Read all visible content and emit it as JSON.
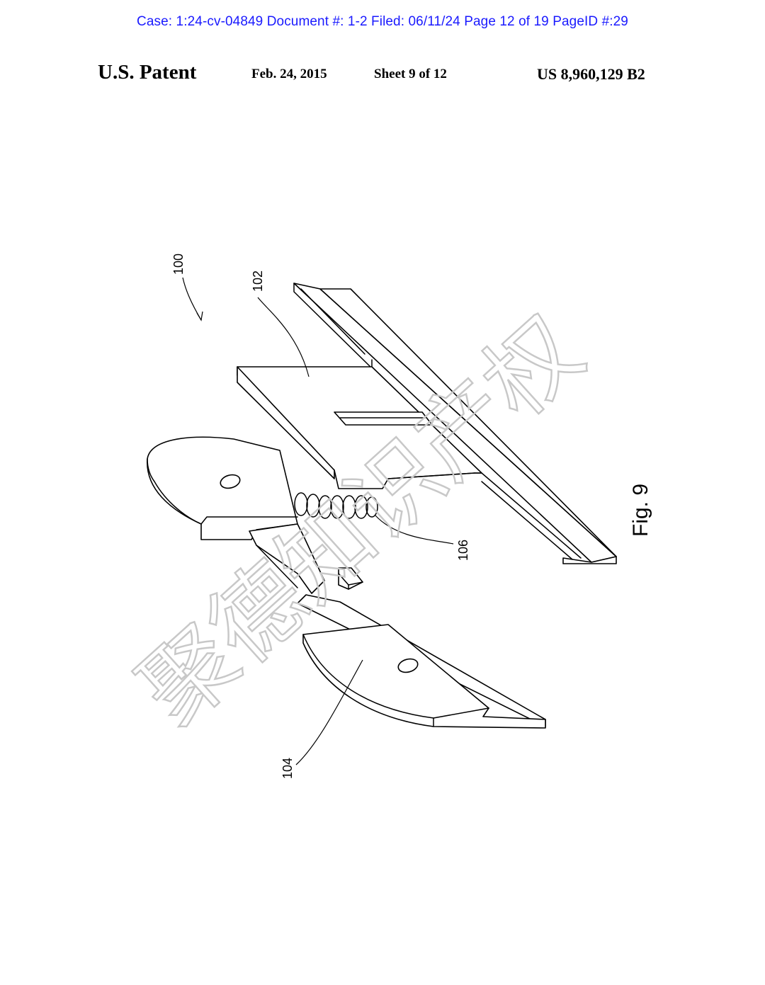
{
  "case_header": "Case: 1:24-cv-04849 Document #: 1-2 Filed: 06/11/24 Page 12 of 19 PageID #:29",
  "patent_header": {
    "title": "U.S. Patent",
    "date": "Feb. 24, 2015",
    "sheet": "Sheet 9 of 12",
    "number": "US 8,960,129 B2"
  },
  "drawing": {
    "figure_label": "Fig. 9",
    "reference_numerals": {
      "assembly": "100",
      "upper_part": "102",
      "lower_part": "104",
      "spring": "106"
    }
  },
  "watermark": {
    "text": "聚德知识产权",
    "color": "#c8c8c8"
  },
  "colors": {
    "case_header": "#1a1aff",
    "ink": "#000000"
  }
}
